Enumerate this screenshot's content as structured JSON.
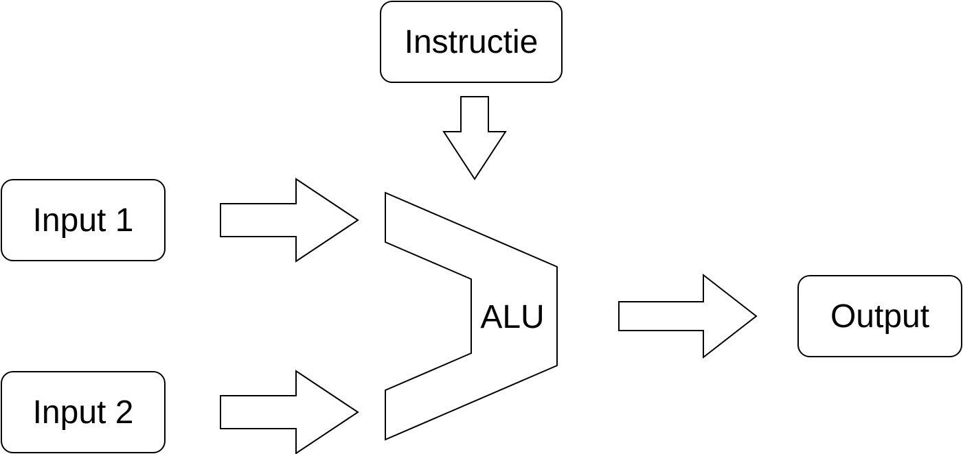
{
  "nodes": {
    "instructie": "Instructie",
    "input1": "Input 1",
    "input2": "Input 2",
    "alu": "ALU",
    "output": "Output"
  },
  "colors": {
    "stroke": "#000000",
    "fill": "#ffffff"
  }
}
